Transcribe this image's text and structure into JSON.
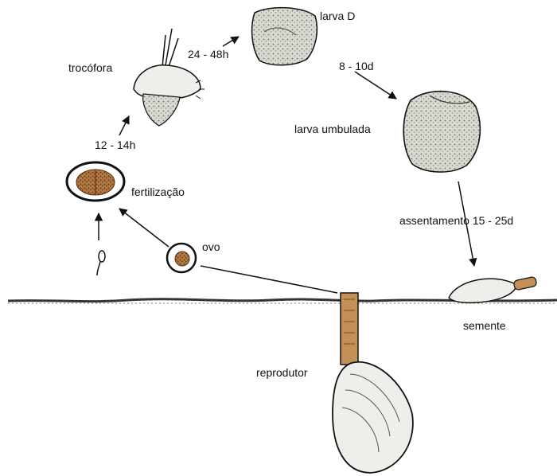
{
  "labels": {
    "trocofora": "trocófora",
    "t_24_48h": "24 - 48h",
    "larva_d": "larva D",
    "t_8_10d": "8 - 10d",
    "larva_umbulada": "larva umbulada",
    "t_12_14h": "12 - 14h",
    "fertilizacao": "fertilização",
    "assentamento": "assentamento 15 - 25d",
    "ovo": "ovo",
    "semente": "semente",
    "reprodutor": "reprodutor"
  },
  "colors": {
    "line": "#111111",
    "shell_fill": "#eeeeea",
    "larva_fill": "#d7d7cf",
    "egg_fill": "#a0683a",
    "egg_dark": "#6a3a16",
    "stalk_fill": "#c49058",
    "ground": "#333333"
  }
}
